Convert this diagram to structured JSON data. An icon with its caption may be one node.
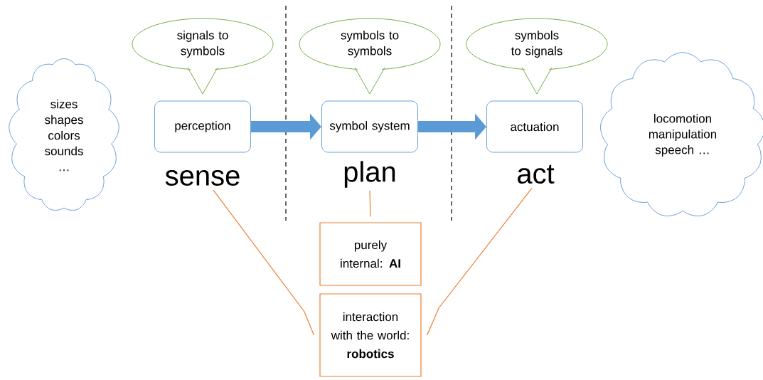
{
  "diagram": {
    "nodes": [
      {
        "text": [
          "sizes shapes colors sounds …"
        ]
      },
      {
        "text": [
          "signals to symbols"
        ]
      },
      {
        "text": [
          "perception"
        ]
      },
      {
        "text": [
          "symbols to symbols"
        ]
      },
      {
        "text": [
          "symbol system"
        ]
      },
      {
        "text": [
          "symbols to signals"
        ]
      },
      {
        "text": [
          "actuation"
        ]
      },
      {
        "text": [
          "locomotion manipulation speech …"
        ]
      },
      {
        "text": [
          "sense"
        ]
      },
      {
        "text": [
          "plan"
        ]
      },
      {
        "text": [
          "act"
        ]
      },
      {
        "text": [
          "purely internal: **AI**"
        ]
      },
      {
        "text": [
          "interaction with the world: **robotics**"
        ]
      }
    ],
    "edges": [
      {
        "from": 2,
        "to": 4,
        "arrow": "to",
        "style": "thick",
        "color": "#5b9bd5"
      },
      {
        "from": 4,
        "to": 6,
        "arrow": "to",
        "style": "thick",
        "color": "#5b9bd5"
      },
      {
        "from": 8,
        "to": 12,
        "arrow": "none",
        "color": "#ed7d31"
      },
      {
        "from": 9,
        "to": 11,
        "arrow": "none",
        "color": "#ed7d31"
      },
      {
        "from": 10,
        "to": 12,
        "arrow": "none",
        "color": "#ed7d31"
      }
    ]
  }
}
